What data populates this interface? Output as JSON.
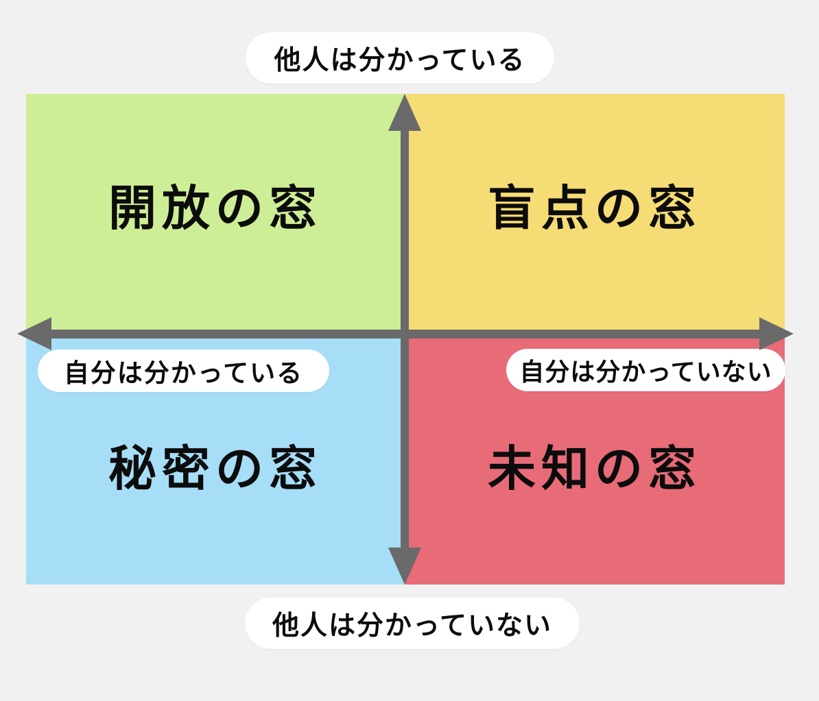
{
  "diagram": {
    "type": "johari-window-quadrant",
    "axis_labels": {
      "top": "他人は分かっている",
      "bottom": "他人は分かっていない",
      "left": "自分は分かっている",
      "right": "自分は分かっていない"
    },
    "quadrants": [
      {
        "position": "top-left",
        "label": "開放の窓",
        "color": "#cdee96"
      },
      {
        "position": "top-right",
        "label": "盲点の窓",
        "color": "#f6dc75"
      },
      {
        "position": "bottom-left",
        "label": "秘密の窓",
        "color": "#a7def7"
      },
      {
        "position": "bottom-right",
        "label": "未知の窓",
        "color": "#e86b78"
      }
    ]
  },
  "colors": {
    "arrow": "#6a6a6a",
    "background": "#f1f1f1",
    "pill": "#ffffff",
    "text": "#0c0c0c"
  }
}
